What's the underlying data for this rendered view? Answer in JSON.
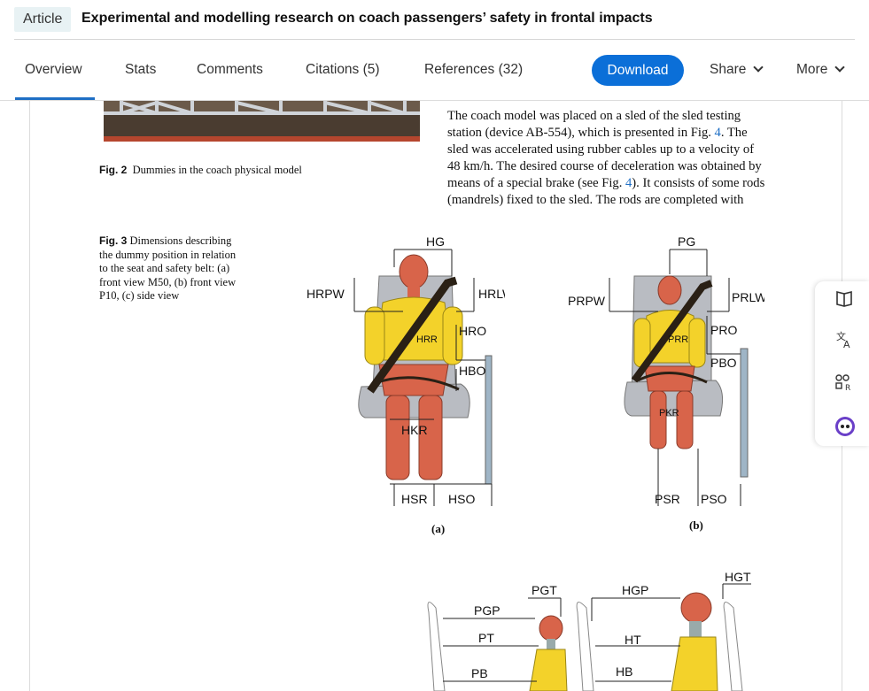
{
  "header": {
    "badge": "Article",
    "title": "Experimental and modelling research on coach passengers’ safety in frontal impacts"
  },
  "tabs": [
    {
      "label": "Overview",
      "active": true
    },
    {
      "label": "Stats"
    },
    {
      "label": "Comments"
    },
    {
      "label": "Citations (5)"
    },
    {
      "label": "References (32)"
    }
  ],
  "actions": {
    "download": "Download",
    "share": "Share",
    "more": "More"
  },
  "document": {
    "fig2_num": "Fig. 2",
    "fig2_caption": "Dummies in the coach physical model",
    "fig3_num": "Fig. 3",
    "fig3_caption_lines": [
      "Dimensions describing",
      "the dummy position in relation",
      "to the seat and safety belt: (a)",
      "front view M50, (b) front view",
      "P10, (c) side view"
    ],
    "body_lines": [
      "The coach model was placed on a sled of the sled testing",
      "station (device AB-554), which is presented in Fig. 4. The",
      "sled was accelerated using rubber cables up to a velocity of",
      "48 km/h. The desired course of deceleration was obtained by",
      "means of a special brake (see Fig. 4). It consists of some rods",
      "(mandrels) fixed to the sled. The rods are completed with"
    ],
    "fig_ref_links": [
      "4",
      "4"
    ]
  },
  "diagram_labels": {
    "a": {
      "HG": "HG",
      "HRPW": "HRPW",
      "HRLW": "HRLW",
      "HRR": "HRR",
      "HRO": "HRO",
      "HBO": "HBO",
      "HKR": "HKR",
      "HSR": "HSR",
      "HSO": "HSO",
      "sub": "(a)"
    },
    "b": {
      "PG": "PG",
      "PRPW": "PRPW",
      "PRLW": "PRLW",
      "PRR": "PRR",
      "PRO": "PRO",
      "PBO": "PBO",
      "PKR": "PKR",
      "PSR": "PSR",
      "PSO": "PSO",
      "sub": "(b)"
    },
    "c": {
      "PGT": "PGT",
      "HGP": "HGP",
      "HGT": "HGT",
      "PGP": "PGP",
      "PT": "PT",
      "HT": "HT",
      "PB": "PB",
      "HB": "HB"
    }
  },
  "side_tools": [
    {
      "icon": "book-icon"
    },
    {
      "icon": "translate-icon"
    },
    {
      "icon": "reference-icon"
    },
    {
      "icon": "assistant-icon"
    }
  ],
  "colors": {
    "accent": "#0b6fd8",
    "dummy_torso": "#f3d22a",
    "dummy_skin": "#d8644a",
    "seat": "#b9bcc2"
  }
}
